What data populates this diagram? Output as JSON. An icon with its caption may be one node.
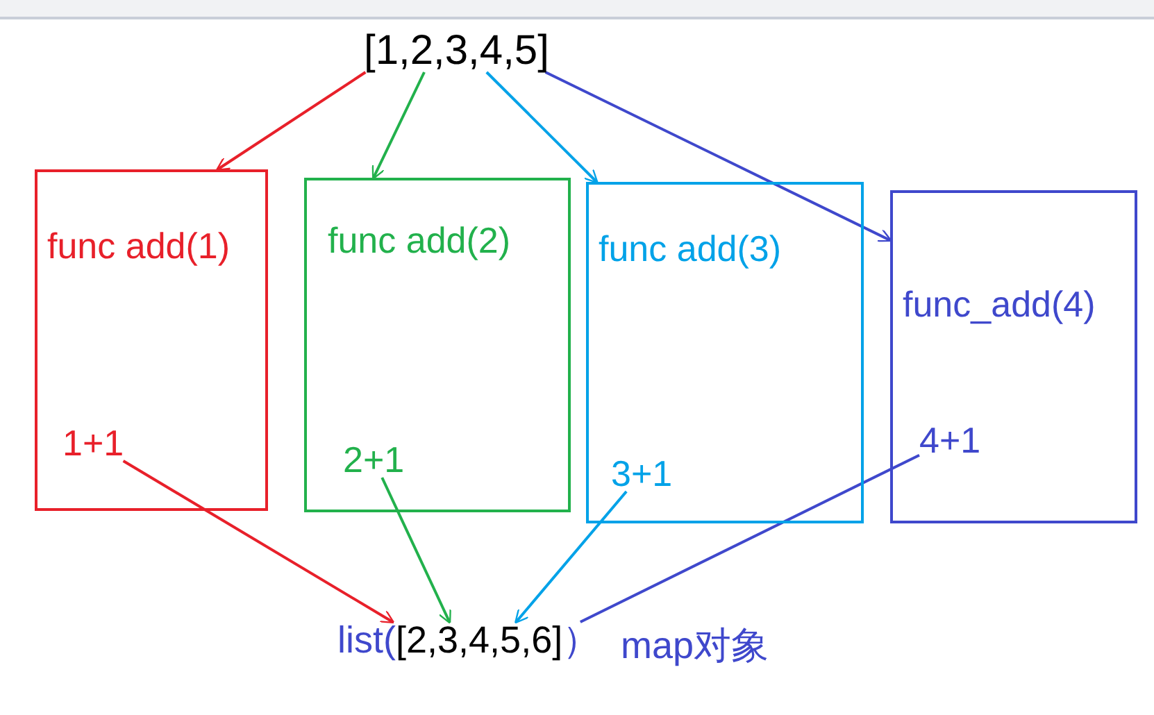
{
  "diagram": {
    "nodes": [
      {
        "text": [
          "[1,2,3,4,5]"
        ]
      },
      {
        "text": [
          "func add(1)"
        ]
      },
      {
        "text": [
          "1+1"
        ],
        "in": 1
      },
      {
        "text": [
          "func add(2)"
        ]
      },
      {
        "text": [
          "2+1"
        ],
        "in": 3
      },
      {
        "text": [
          "func add(3)"
        ]
      },
      {
        "text": [
          "3+1"
        ],
        "in": 5
      },
      {
        "text": [
          "func_add(4)"
        ]
      },
      {
        "text": [
          "4+1"
        ],
        "in": 7
      },
      {
        "text": [
          "list(",
          "[2,3,4,5,6]",
          "）"
        ]
      }
    ],
    "edges": [
      {
        "from": 0,
        "to": 1,
        "arrow": "to",
        "color": "#e8202a"
      },
      {
        "from": 0,
        "to": 3,
        "arrow": "to",
        "color": "#22b14c"
      },
      {
        "from": 0,
        "to": 5,
        "arrow": "to",
        "color": "#00a2e8"
      },
      {
        "from": 0,
        "to": 7,
        "arrow": "to",
        "color": "#3f48cc"
      },
      {
        "from": 2,
        "to": 9,
        "arrow": "to",
        "color": "#e8202a"
      },
      {
        "from": 4,
        "to": 9,
        "arrow": "to",
        "color": "#22b14c"
      },
      {
        "from": 6,
        "to": 9,
        "arrow": "to",
        "color": "#00a2e8"
      },
      {
        "from": 8,
        "to": 9,
        "arrow": "none",
        "color": "#3f48cc"
      }
    ],
    "labels": [
      "map对象"
    ]
  }
}
